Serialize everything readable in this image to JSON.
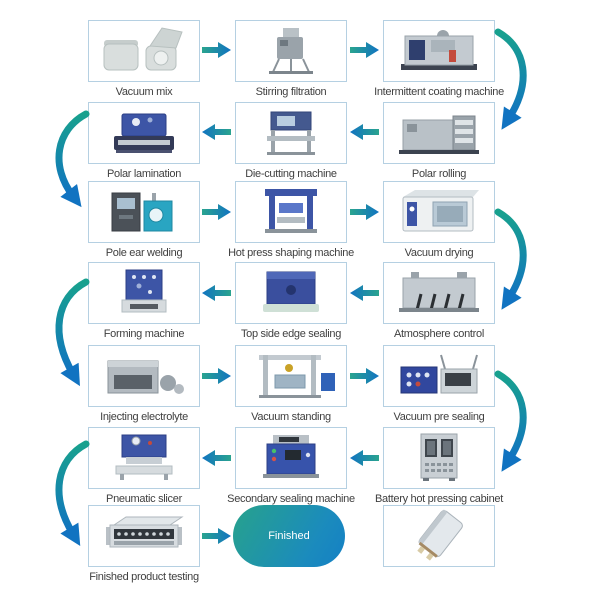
{
  "colors": {
    "box_border": "#b5d0e2",
    "label_text": "#3f3f3f",
    "arrow_teal": "#2aa48f",
    "arrow_blue": "#1173c1",
    "finished_gradient_start": "#27a28c",
    "finished_gradient_end": "#1480c5"
  },
  "steps": [
    {
      "id": "vacuum-mix",
      "label": "Vacuum mix"
    },
    {
      "id": "stirring-filtration",
      "label": "Stirring filtration"
    },
    {
      "id": "intermittent-coating-machine",
      "label": "Intermittent coating machine"
    },
    {
      "id": "polar-lamination",
      "label": "Polar lamination"
    },
    {
      "id": "die-cutting-machine",
      "label": "Die-cutting machine"
    },
    {
      "id": "polar-rolling",
      "label": "Polar rolling"
    },
    {
      "id": "pole-ear-welding",
      "label": "Pole ear welding"
    },
    {
      "id": "hot-press-shaping-machine",
      "label": "Hot press shaping machine"
    },
    {
      "id": "vacuum-drying",
      "label": "Vacuum drying"
    },
    {
      "id": "forming-machine",
      "label": "Forming machine"
    },
    {
      "id": "top-side-edge-sealing",
      "label": "Top side edge sealing"
    },
    {
      "id": "atmosphere-control",
      "label": "Atmosphere control"
    },
    {
      "id": "injecting-electrolyte",
      "label": "Injecting electrolyte"
    },
    {
      "id": "vacuum-standing",
      "label": "Vacuum standing"
    },
    {
      "id": "vacuum-pre-sealing",
      "label": "Vacuum pre sealing"
    },
    {
      "id": "pneumatic-slicer",
      "label": "Pneumatic slicer"
    },
    {
      "id": "secondary-sealing-machine",
      "label": "Secondary sealing machine"
    },
    {
      "id": "battery-hot-pressing-cabinet",
      "label": "Battery hot pressing cabinet"
    },
    {
      "id": "finished-product-testing",
      "label": "Finished product testing"
    },
    {
      "id": "battery-cell-image",
      "label": ""
    }
  ],
  "finished": {
    "label": "Finished"
  },
  "connections": [
    "Vacuum mix > Stirring filtration",
    "Stirring filtration > Intermittent coating machine",
    "Intermittent coating machine > Polar rolling",
    "Polar rolling > Die-cutting machine",
    "Die-cutting machine > Polar lamination",
    "Polar lamination > Pole ear welding",
    "Pole ear welding > Hot press shaping machine",
    "Hot press shaping machine > Vacuum drying",
    "Vacuum drying > Atmosphere control",
    "Atmosphere control > Top side edge sealing",
    "Top side edge sealing > Forming machine",
    "Forming machine > Injecting electrolyte",
    "Injecting electrolyte > Vacuum standing",
    "Vacuum standing > Vacuum pre sealing",
    "Vacuum pre sealing > Battery hot pressing cabinet",
    "Battery hot pressing cabinet > Secondary sealing machine",
    "Secondary sealing machine > Pneumatic slicer",
    "Pneumatic slicer > Finished product testing",
    "Finished product testing > Finished"
  ]
}
